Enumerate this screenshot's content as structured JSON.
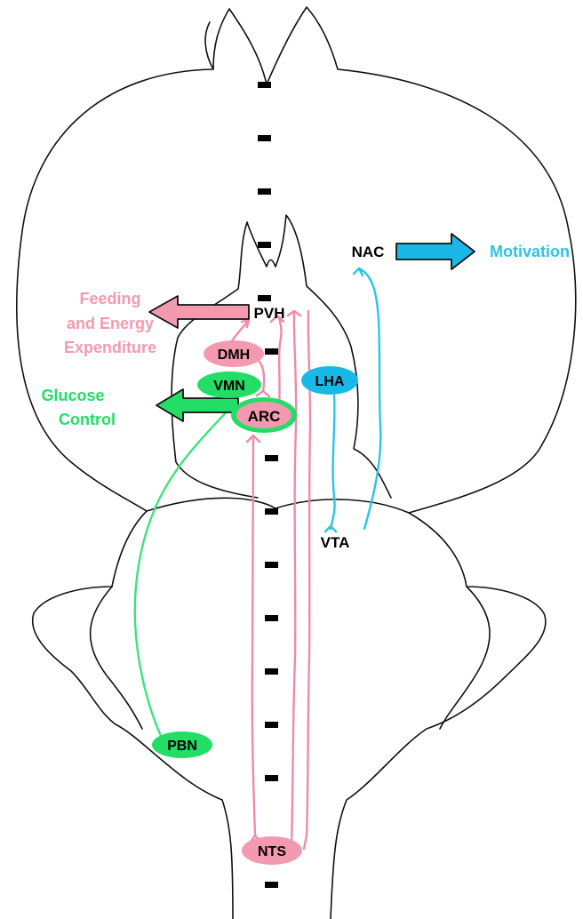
{
  "regions": {
    "pvh": "PVH",
    "dmh": "DMH",
    "vmn": "VMN",
    "arc": "ARC",
    "lha": "LHA",
    "nac": "NAC",
    "vta": "VTA",
    "pbn": "PBN",
    "nts": "NTS"
  },
  "outputs": {
    "feeding_line1": "Feeding",
    "feeding_line2": "and Energy",
    "feeding_line3": "Expenditure",
    "glucose_line1": "Glucose",
    "glucose_line2": "Control",
    "motivation": "Motivation"
  },
  "colors": {
    "pink": "#f08aa8",
    "pink_fill": "#f39ab0",
    "green": "#3de37a",
    "green_fill": "#22dd66",
    "blue": "#2cc3ea",
    "blue_fill": "#1ab8e8",
    "outline": "#111111"
  }
}
